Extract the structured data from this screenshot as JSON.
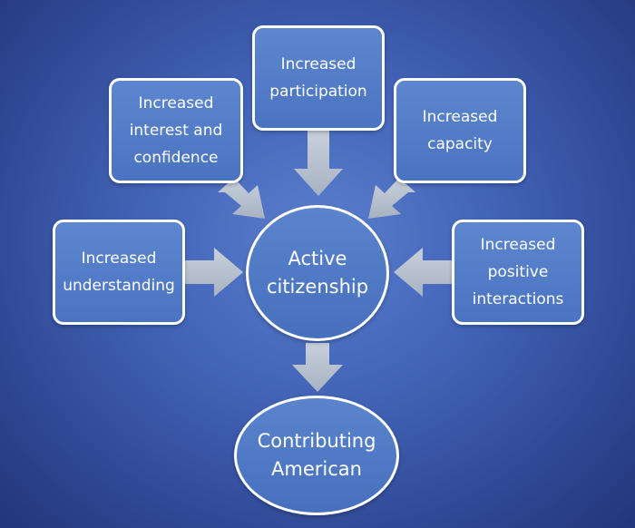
{
  "diagram": {
    "center": {
      "label": "Active\ncitizenship"
    },
    "outcome": {
      "label": "Contributing\nAmerican"
    },
    "inputs": [
      {
        "id": "understanding",
        "label": "Increased\nunderstanding"
      },
      {
        "id": "interest",
        "label": "Increased\ninterest and\nconfidence"
      },
      {
        "id": "participation",
        "label": "Increased\nparticipation"
      },
      {
        "id": "capacity",
        "label": "Increased\ncapacity"
      },
      {
        "id": "positive",
        "label": "Increased\npositive\ninteractions"
      }
    ],
    "colors": {
      "background": "#4263b6",
      "box_fill": "#4f78c4",
      "border": "#ffffff",
      "arrow": "#b8c2cf",
      "text": "#ffffff"
    }
  }
}
